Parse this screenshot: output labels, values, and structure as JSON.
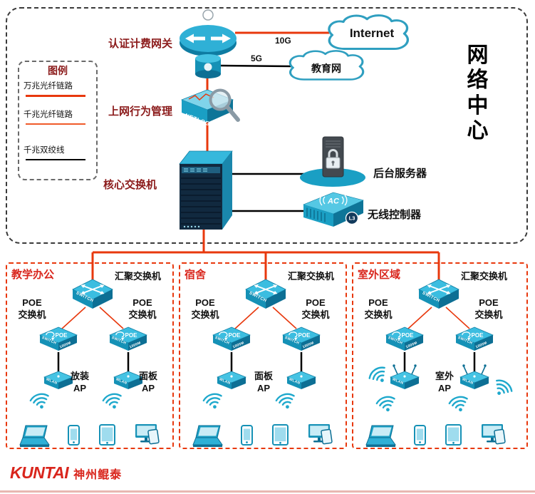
{
  "network_center": {
    "title": "网络中心",
    "legend": {
      "title": "图例",
      "items": [
        {
          "label": "万兆光纤链路",
          "color": "#e8380d"
        },
        {
          "label": "千兆光纤链路",
          "color": "#f05a2a"
        },
        {
          "label": "千兆双绞线",
          "color": "#000000"
        }
      ]
    },
    "labels": {
      "gateway": "认证计费网关",
      "behavior": "上网行为管理",
      "core": "核心交换机",
      "server": "后台服务器",
      "wlc": "无线控制器"
    },
    "clouds": {
      "internet": "Internet",
      "edu": "教育网"
    },
    "links": {
      "ten_g": "10G",
      "five_g": "5G"
    },
    "device_text": {
      "netlog": "NETLOG",
      "ac": "AC",
      "l3": "L3"
    }
  },
  "icons": {
    "switch": "SWITCH",
    "poe": "POE",
    "speed": "1000M",
    "wlan": "WLAN"
  },
  "zones": [
    {
      "title": "教学办公",
      "agg": "汇聚交换机",
      "poe_left": "POE\n交换机",
      "poe_right": "POE\n交换机",
      "ap_a": "放装\nAP",
      "ap_b": "面板\nAP"
    },
    {
      "title": "宿舍",
      "agg": "汇聚交换机",
      "poe_left": "POE\n交换机",
      "poe_right": "POE\n交换机",
      "ap_a": "面板\nAP",
      "ap_b": ""
    },
    {
      "title": "室外区域",
      "agg": "汇聚交换机",
      "poe_left": "POE\n交换机",
      "poe_right": "POE\n交换机",
      "ap_a": "室外\nAP",
      "ap_b": ""
    }
  ],
  "colors": {
    "fiber_10g": "#e8380d",
    "fiber_1g": "#f05a2a",
    "copper": "#000000",
    "device_teal": "#1a9fc4",
    "zone_border": "#e8380d",
    "brand_red": "#d9251c"
  },
  "footer": {
    "brand_en": "KUNTAI",
    "brand_cn": "神州鲲泰"
  }
}
